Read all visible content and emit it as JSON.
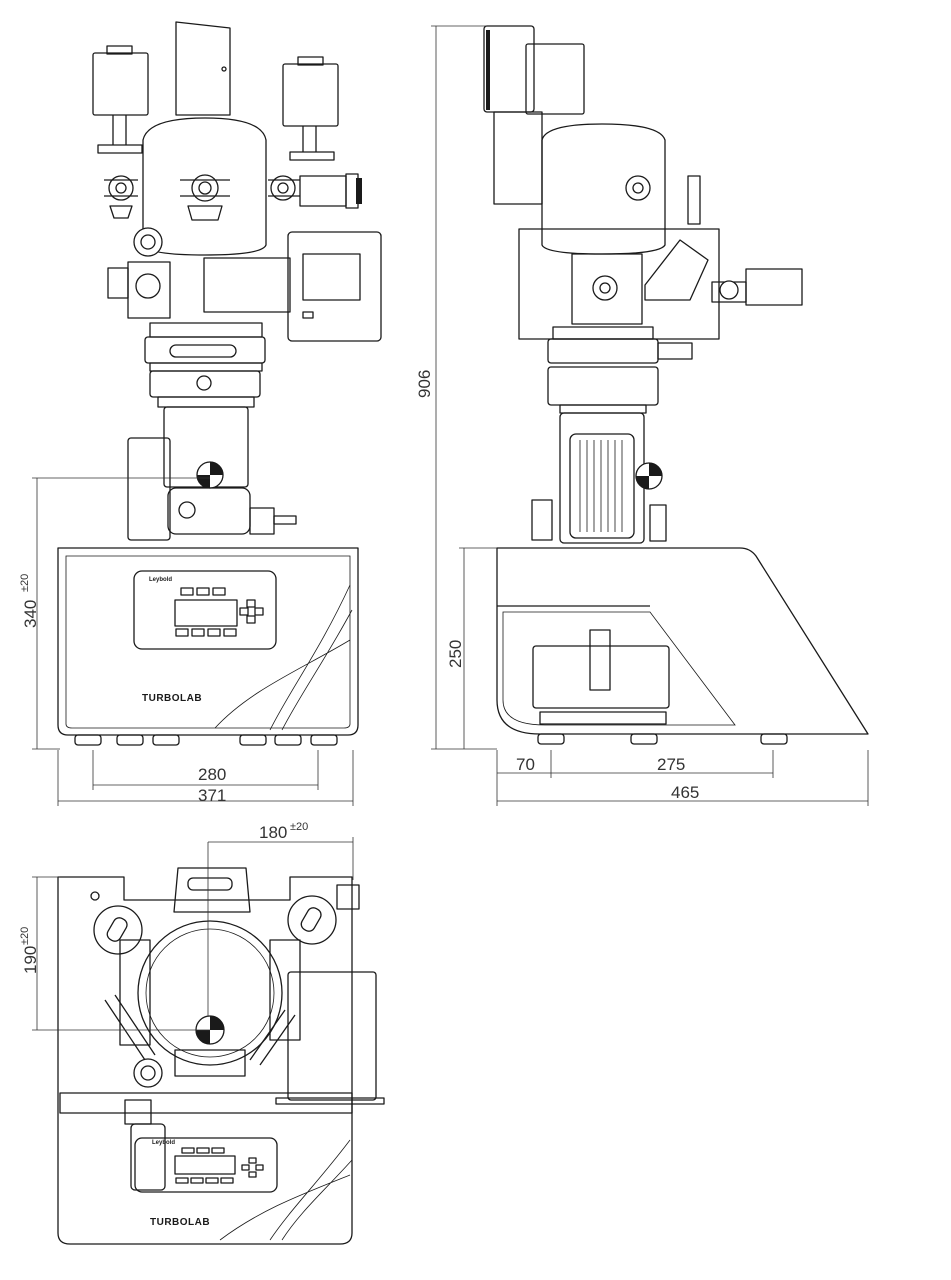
{
  "dimensions": {
    "height_total": "906",
    "front_height_base": "340",
    "front_height_tol": "±20",
    "front_width_inner": "280",
    "front_width_outer": "371",
    "side_height": "250",
    "side_depth_a": "70",
    "side_depth_b": "275",
    "side_depth_total": "465",
    "top_offset_x": "180",
    "top_offset_x_tol": "±20",
    "top_offset_y": "190",
    "top_offset_y_tol": "±20"
  },
  "labels": {
    "brand_front": "TURBOLAB",
    "brand_top": "TURBOLAB",
    "logo": "Leybold"
  }
}
